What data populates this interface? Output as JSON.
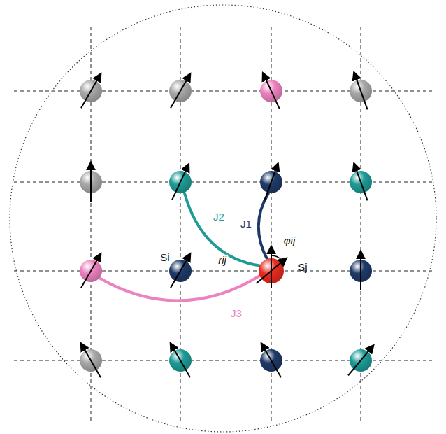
{
  "diagram": {
    "labels": [
      "J2",
      "J1",
      "φij",
      "Si",
      "rij",
      "Sj",
      "J3"
    ]
  }
}
